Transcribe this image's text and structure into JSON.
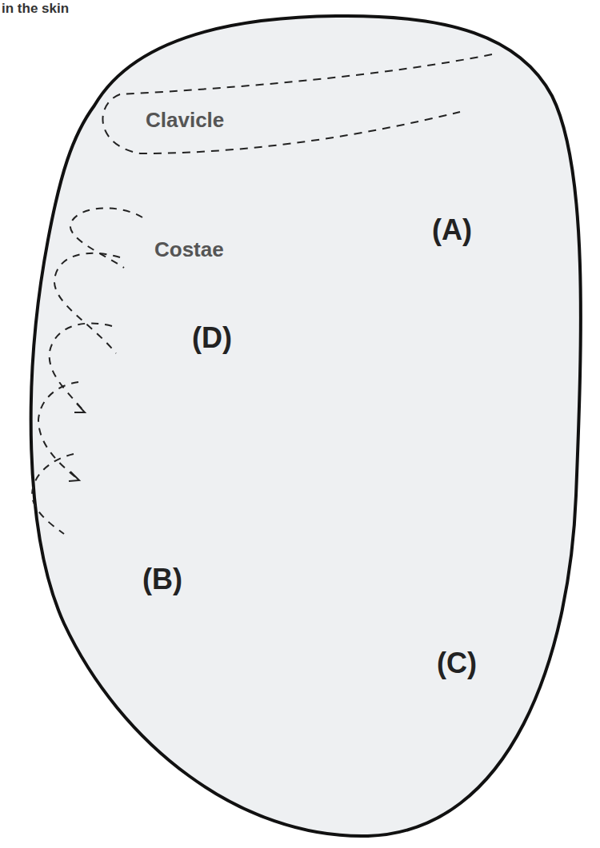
{
  "diagram": {
    "labels": [
      "in the skin",
      "Clavicle",
      "Costae",
      "(A)",
      "(D)",
      "(B)",
      "(C)"
    ]
  }
}
